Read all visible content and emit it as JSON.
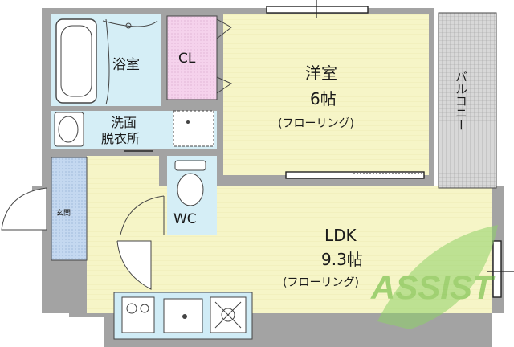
{
  "floorplan": {
    "rooms": {
      "bath": "浴室",
      "closet": "CL",
      "western": {
        "name": "洋室",
        "size": "6帖",
        "floor": "(フローリング)"
      },
      "washroom": {
        "line1": "洗面",
        "line2": "脱衣所"
      },
      "balcony": "バルコニー",
      "entrance": "玄関",
      "wc": "WC",
      "ldk": {
        "name": "LDK",
        "size": "9.3帖",
        "floor": "(フローリング)"
      }
    },
    "watermark": "ASSIST",
    "colors": {
      "wall": "#a3a3a3",
      "room_floor": "#f6f5c7",
      "bath": "#d5eef6",
      "closet": "#f5d2ec",
      "balcony": "#d8d8d8",
      "entrance": "#c4d8f0",
      "kitchen": "#d0ecf6",
      "watermark": "#8fd168"
    }
  }
}
